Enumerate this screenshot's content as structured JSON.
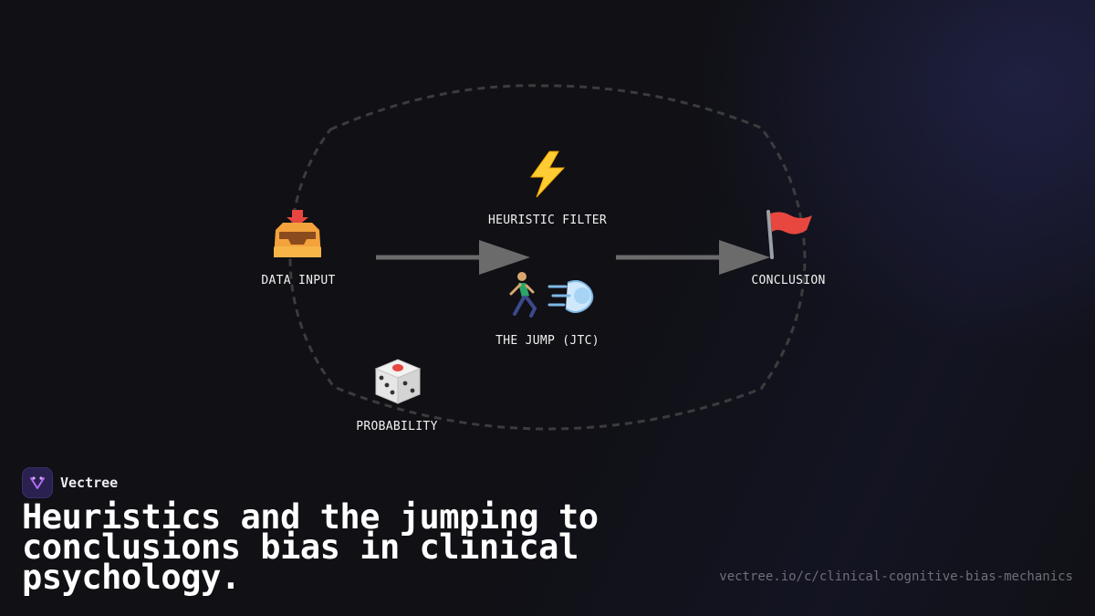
{
  "diagram": {
    "nodes": {
      "data_input": {
        "label": "DATA INPUT",
        "icon": "inbox-tray-icon"
      },
      "heuristic_filter": {
        "label": "HEURISTIC FILTER",
        "icon": "lightning-icon"
      },
      "the_jump": {
        "label": "THE JUMP (JTC)",
        "icon": "runner-dash-icon"
      },
      "conclusion": {
        "label": "CONCLUSION",
        "icon": "red-flag-icon"
      },
      "probability": {
        "label": "PROBABILITY",
        "icon": "dice-icon"
      }
    },
    "edges": [
      {
        "from": "data_input",
        "to": "the_jump"
      },
      {
        "from": "the_jump",
        "to": "conclusion"
      }
    ],
    "colors": {
      "arrow": "#6b6b6b",
      "boundary": "#3c3c3e",
      "accent_red": "#e8473f",
      "accent_yellow": "#ffcc33"
    }
  },
  "brand": {
    "name": "Vectree",
    "logo_icon": "vectree-logo-icon"
  },
  "headline": "Heuristics and the jumping to conclusions bias in clinical psychology.",
  "url": "vectree.io/c/clinical-cognitive-bias-mechanics"
}
